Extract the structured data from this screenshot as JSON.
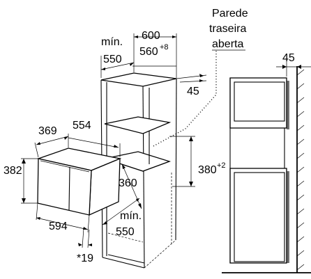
{
  "labels": {
    "wall_note_line1": "Parede",
    "wall_note_line2": "traseira",
    "wall_note_line3": "aberta",
    "min_top": "mín.",
    "dim_600": "600",
    "dim_550_top": "550",
    "dim_560": "560",
    "dim_560_sup": "+8",
    "dim_45_right": "45",
    "dim_45_side": "45",
    "dim_369": "369",
    "dim_554": "554",
    "dim_382": "382",
    "dim_380": "380",
    "dim_380_sup": "+2",
    "dim_360": "360",
    "min_bottom": "mín.",
    "dim_550_bottom": "550",
    "dim_594": "594",
    "dim_19": "*19"
  }
}
